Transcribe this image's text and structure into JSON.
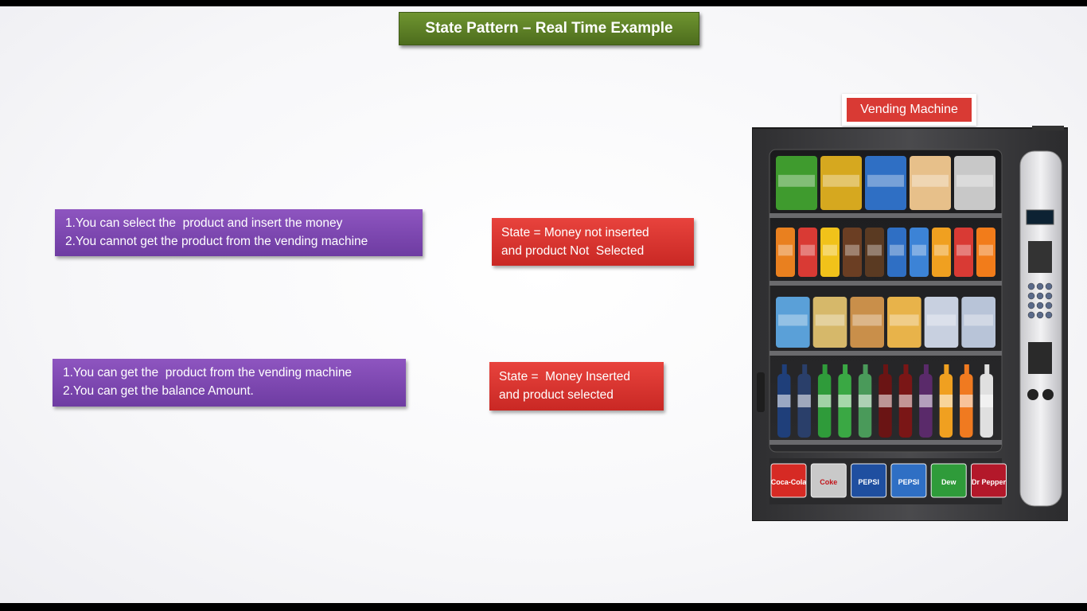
{
  "slide": {
    "title": "State Pattern – Real Time Example",
    "vending_label": "Vending Machine",
    "state1": {
      "description_lines": [
        "1.You can select the  product and insert the money",
        "2.You cannot get the product from the vending machine"
      ],
      "state_lines": [
        "State = Money not inserted",
        "and product Not  Selected"
      ]
    },
    "state2": {
      "description_lines": [
        "1.You can get the  product from the vending machine",
        "2.You can get the balance Amount."
      ],
      "state_lines": [
        "State =  Money Inserted",
        "and product selected"
      ]
    },
    "machine_brands": [
      "Coca-Cola",
      "Coke",
      "PEPSI",
      "PEPSI",
      "Dew",
      "Dr Pepper"
    ]
  },
  "colors": {
    "title_bg": "#5b7f24",
    "purple": "#7b46af",
    "red": "#d93a34",
    "machine_frame": "#3a3a3c"
  }
}
